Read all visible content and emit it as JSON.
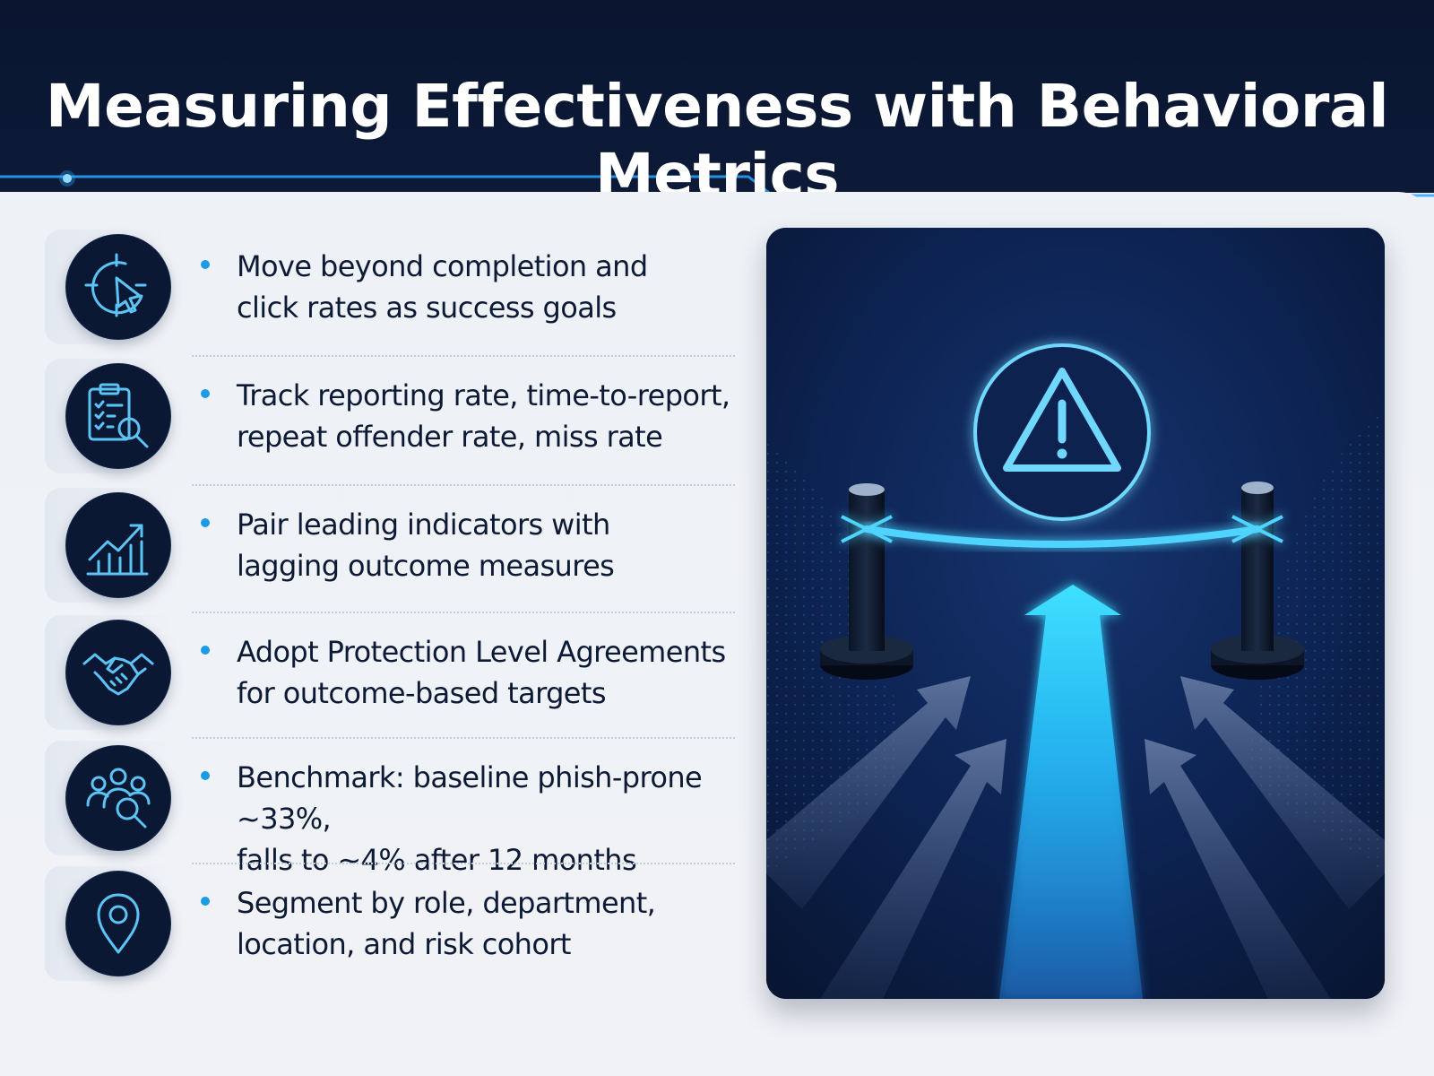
{
  "title": "Measuring Effectiveness with Behavioral Metrics",
  "colors": {
    "header_bg": "#0a1630",
    "accent": "#1c9be3",
    "icon_stroke": "#5cc4f5",
    "text": "#0c1a36"
  },
  "items": [
    {
      "icon": "target-cursor-icon",
      "lines": [
        "Move beyond completion and",
        "click rates as success goals"
      ]
    },
    {
      "icon": "clipboard-search-icon",
      "lines": [
        "Track reporting rate, time-to-report,",
        "repeat offender rate, miss rate"
      ]
    },
    {
      "icon": "growth-chart-icon",
      "lines": [
        "Pair leading indicators with",
        "lagging outcome measures"
      ]
    },
    {
      "icon": "handshake-icon",
      "lines": [
        "Adopt Protection Level Agreements",
        "for outcome-based targets"
      ]
    },
    {
      "icon": "people-search-icon",
      "lines": [
        "Benchmark: baseline phish-prone ~33%,",
        "falls to ~4% after 12 months"
      ]
    },
    {
      "icon": "location-pin-icon",
      "lines": [
        "Segment by role, department,",
        "location, and risk cohort"
      ]
    }
  ],
  "illustration": {
    "icon": "warning-triangle-icon"
  }
}
